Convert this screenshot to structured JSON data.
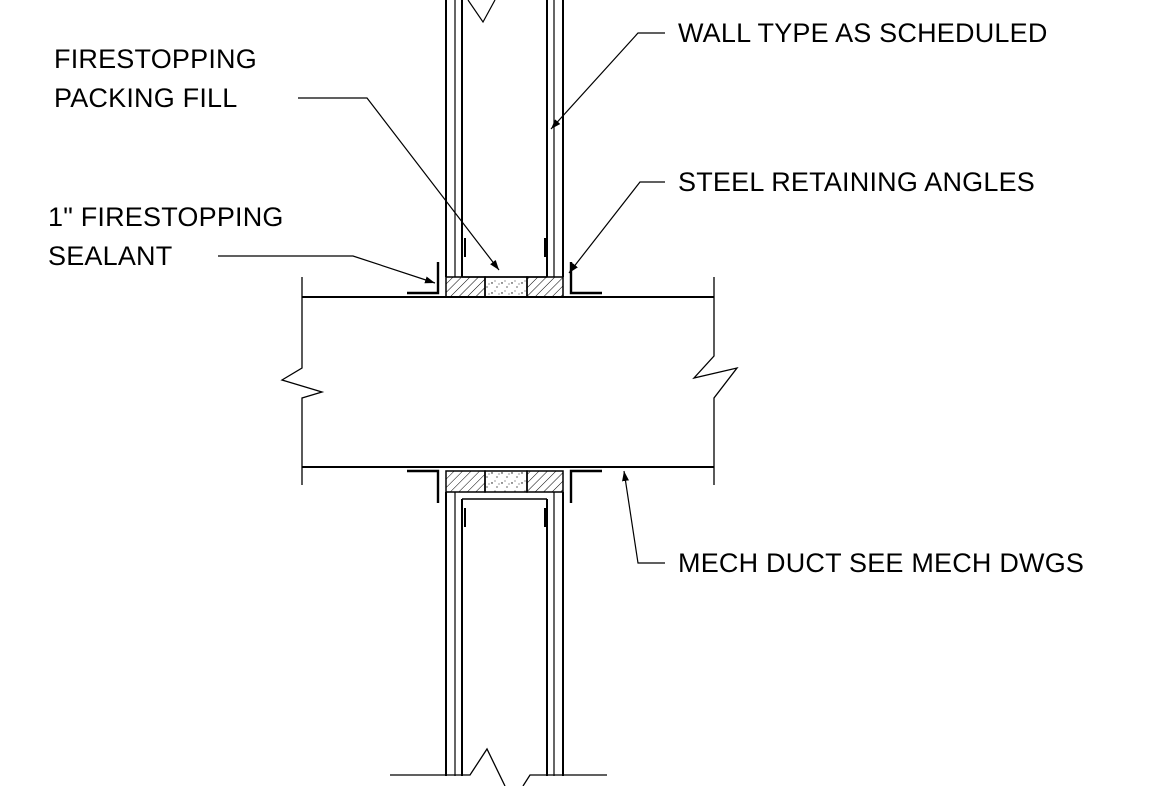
{
  "labels": {
    "wall_type": "WALL TYPE AS SCHEDULED",
    "packing_line1": "FIRESTOPPING",
    "packing_line2": "PACKING FILL",
    "angles": "STEEL RETAINING ANGLES",
    "sealant_line1": "1\" FIRESTOPPING",
    "sealant_line2": "SEALANT",
    "duct": "MECH DUCT SEE MECH DWGS"
  },
  "colors": {
    "line": "#000000",
    "background": "#ffffff"
  }
}
